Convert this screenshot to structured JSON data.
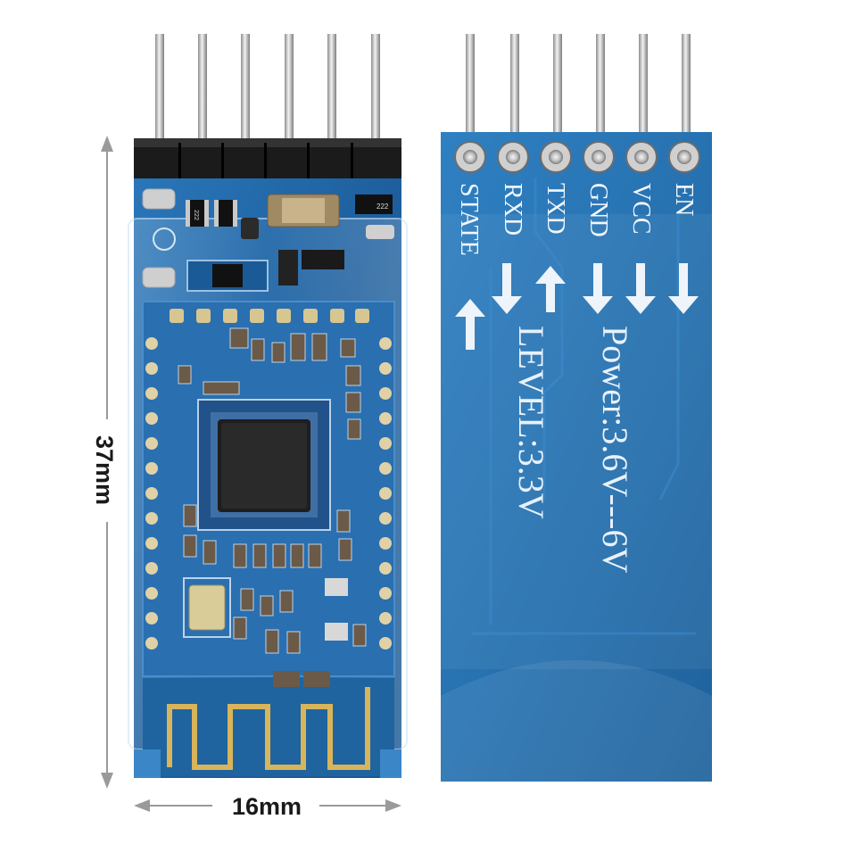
{
  "dimensions": {
    "height_label": "37mm",
    "width_label": "16mm"
  },
  "back_board": {
    "pin_labels": [
      "STATE",
      "RXD",
      "TXD",
      "GND",
      "VCC",
      "EN"
    ],
    "pin_arrows": [
      "up",
      "down",
      "up",
      "down",
      "down",
      "down"
    ],
    "level_text": "LEVEL:3.3V",
    "power_text": "Power:3.6V---6V"
  },
  "front_board": {
    "resistor_marks": [
      "222",
      "222"
    ]
  },
  "colors": {
    "pcb_blue": "#1d5f9e",
    "pcb_light": "#3a86c6",
    "gold": "#d8b45a",
    "header_black": "#1b1b1b",
    "pin_silver": "#c9c9c9"
  }
}
